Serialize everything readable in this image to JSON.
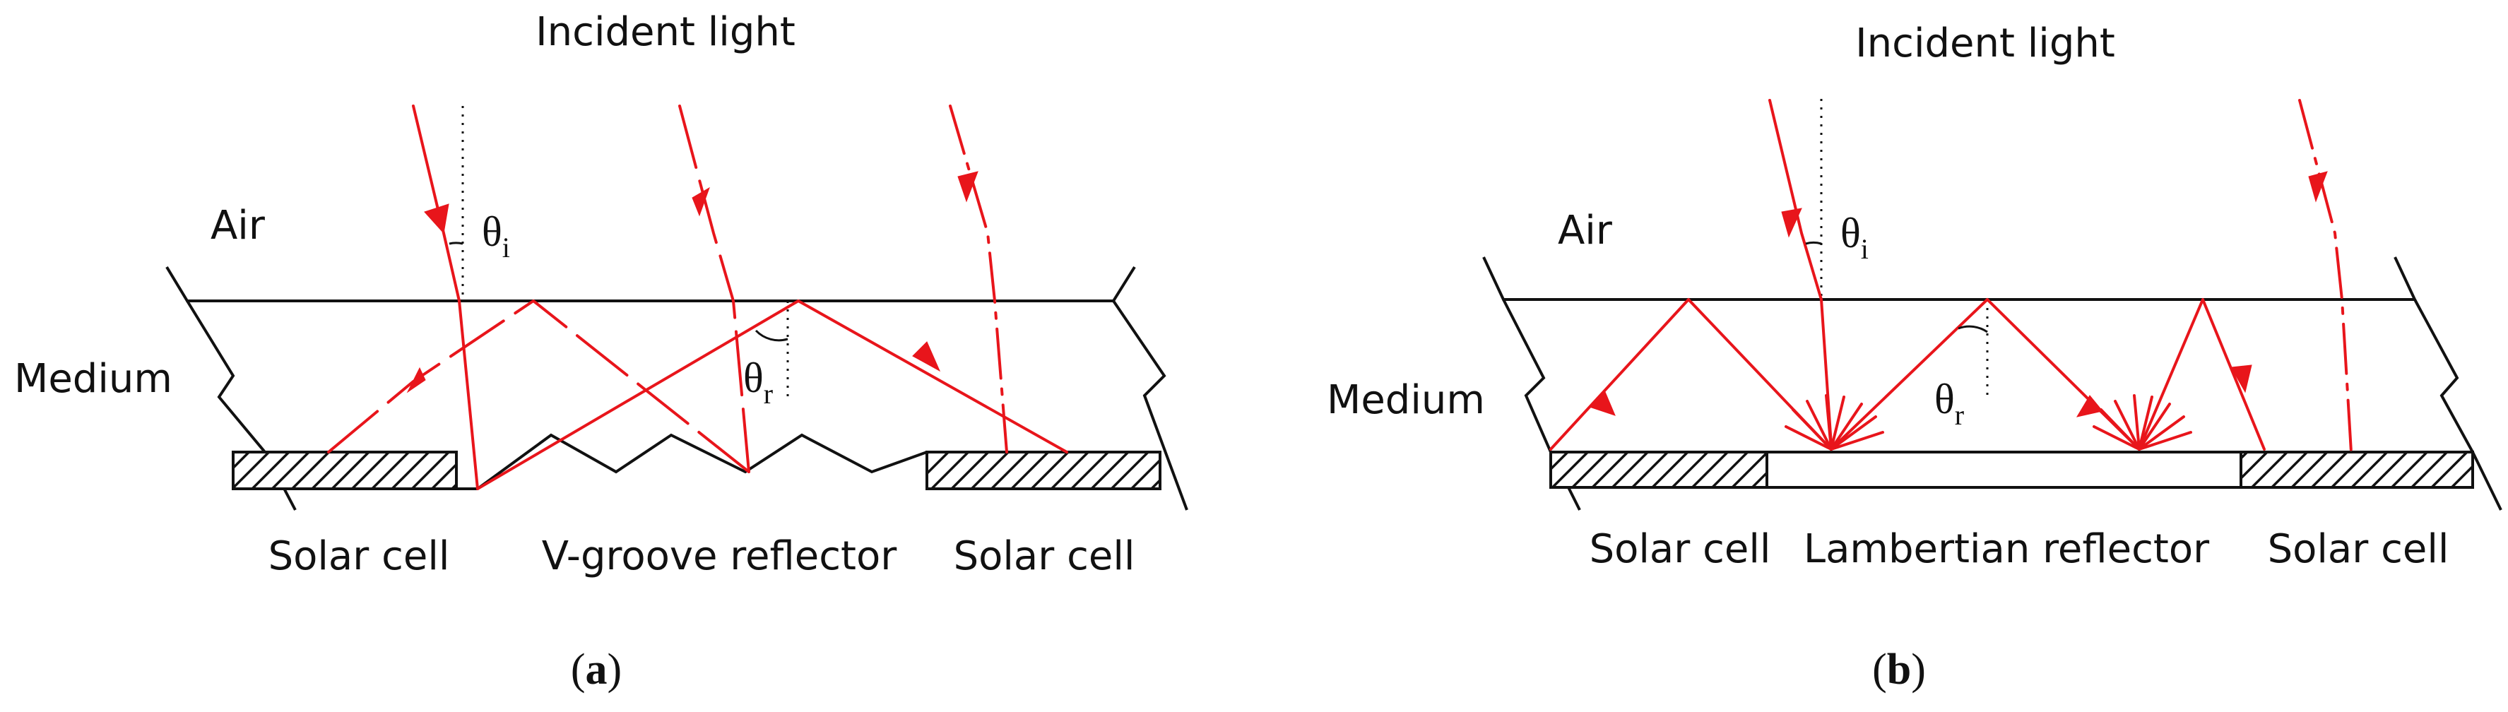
{
  "colors": {
    "ray": "#e8151b",
    "line": "#111111",
    "hatch": "#111111"
  },
  "panel_a": {
    "title": "Incident light",
    "air": "Air",
    "medium": "Medium",
    "theta_i_symbol": "θ",
    "theta_i_sub": "i",
    "theta_r_symbol": "θ",
    "theta_r_sub": "r",
    "solar_left": "Solar cell",
    "reflector": "V-groove reflector",
    "solar_right": "Solar cell",
    "caption_open": "(",
    "caption_letter": "a",
    "caption_close": ")"
  },
  "panel_b": {
    "title": "Incident light",
    "air": "Air",
    "medium": "Medium",
    "theta_i_symbol": "θ",
    "theta_i_sub": "i",
    "theta_r_symbol": "θ",
    "theta_r_sub": "r",
    "solar_left": "Solar cell",
    "reflector": "Lambertian reflector",
    "solar_right": "Solar cell",
    "caption_open": "(",
    "caption_letter": "b",
    "caption_close": ")"
  }
}
